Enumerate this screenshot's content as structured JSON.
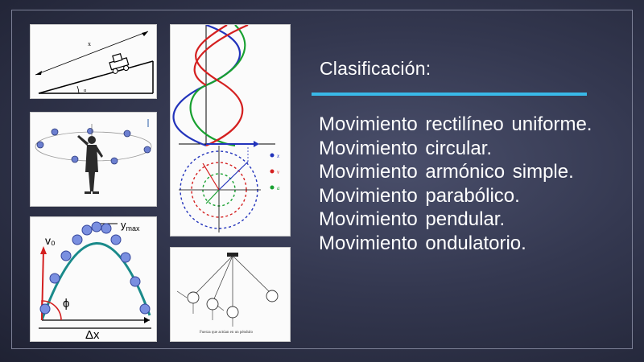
{
  "slide": {
    "title": "Clasificación:",
    "accent_color": "#39b9e8",
    "background_color": "#343850",
    "items": [
      "Movimiento rectilíneo uniforme.",
      "Movimiento circular.",
      "Movimiento armónico simple.",
      "Movimiento parabólico.",
      "Movimiento pendular.",
      "Movimiento ondulatorio."
    ]
  },
  "figures": {
    "incline": {
      "distance_label": "x",
      "angle_label": "α"
    },
    "wave": {
      "legend": [
        "x",
        "v",
        "a"
      ],
      "colors": [
        "#2233bb",
        "#d42020",
        "#18a030"
      ]
    },
    "projectile": {
      "initial_velocity_label": "v₀",
      "max_height_label": "y",
      "max_height_subscript": "max",
      "angle_label": "ϕ",
      "range_label": "Δx"
    },
    "pendulum": {
      "caption": "Fuerza que actúan en un péndulo"
    }
  }
}
